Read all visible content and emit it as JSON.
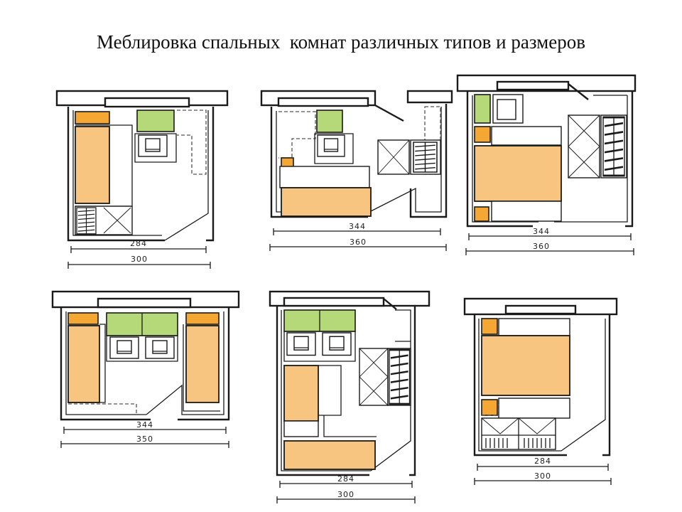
{
  "title": "Меблировка спальных  комнат различных типов и размеров",
  "colors": {
    "bed": "#f7c57f",
    "table": "#b5d978",
    "nightstand": "#f5a733"
  },
  "plans": [
    {
      "inner_dim": "284",
      "outer_dim": "300"
    },
    {
      "inner_dim": "344",
      "outer_dim": "360"
    },
    {
      "inner_dim": "344",
      "outer_dim": "360"
    },
    {
      "inner_dim": "344",
      "outer_dim": "350"
    },
    {
      "inner_dim": "284",
      "outer_dim": "300"
    },
    {
      "inner_dim": "284",
      "outer_dim": "300"
    }
  ]
}
